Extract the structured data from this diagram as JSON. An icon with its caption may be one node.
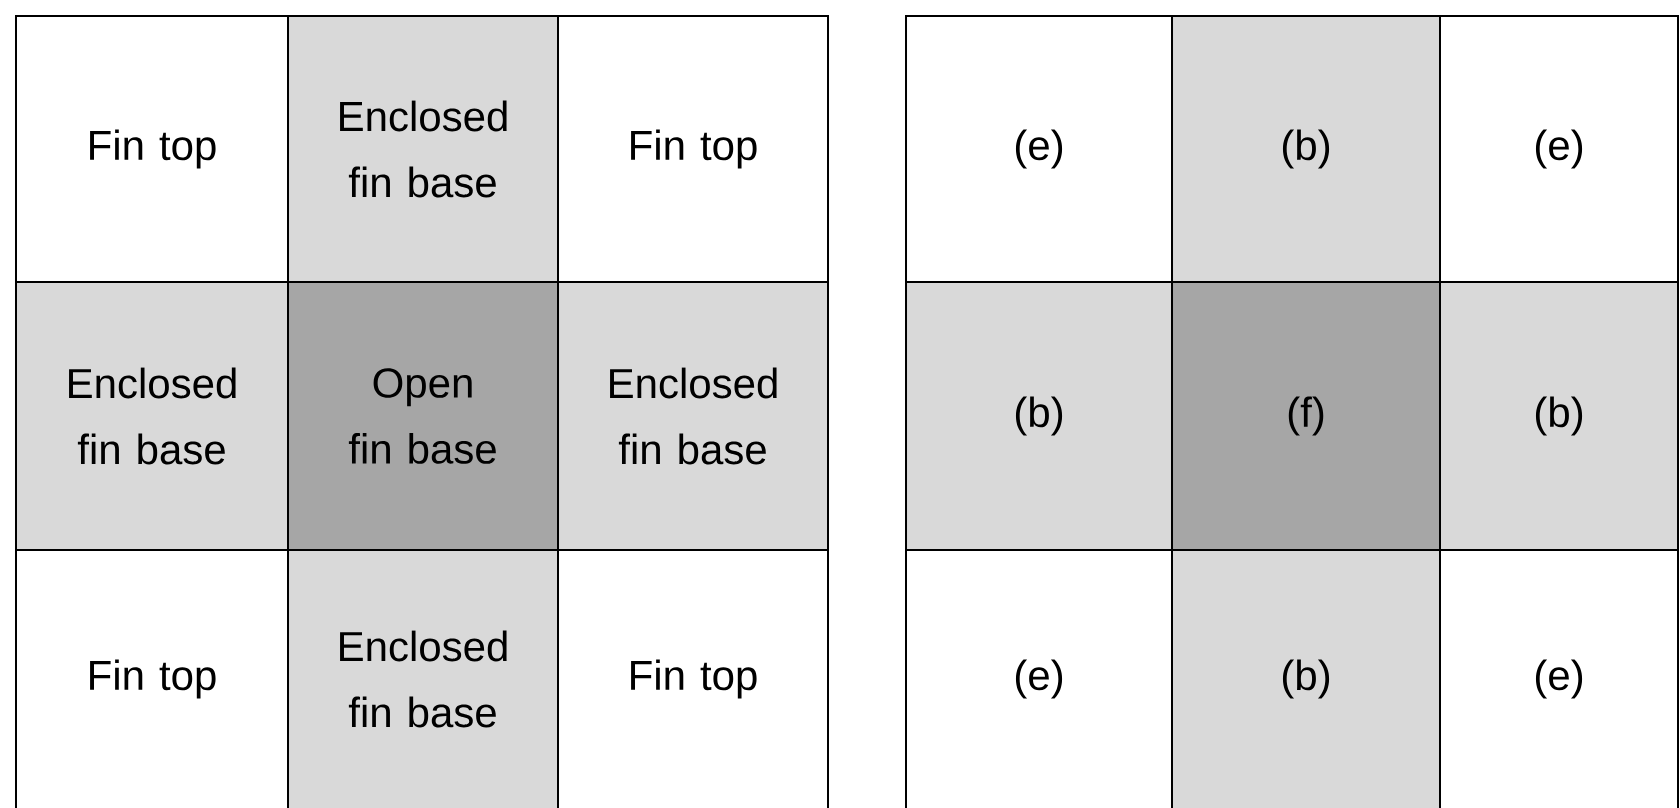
{
  "diagram": {
    "nodes": [
      {
        "text": [
          "Fin top"
        ]
      },
      {
        "text": [
          "Enclosed fin base"
        ]
      },
      {
        "text": [
          "Fin top"
        ]
      },
      {
        "text": [
          "Enclosed fin base"
        ]
      },
      {
        "text": [
          "Open fin base"
        ]
      },
      {
        "text": [
          "Enclosed fin base"
        ]
      },
      {
        "text": [
          "Fin top"
        ]
      },
      {
        "text": [
          "Enclosed fin base"
        ]
      },
      {
        "text": [
          "Fin top"
        ]
      },
      {
        "text": [
          "(e)"
        ]
      },
      {
        "text": [
          "(b)"
        ]
      },
      {
        "text": [
          "(e)"
        ]
      },
      {
        "text": [
          "(b)"
        ]
      },
      {
        "text": [
          "(f)"
        ]
      },
      {
        "text": [
          "(b)"
        ]
      },
      {
        "text": [
          "(e)"
        ]
      },
      {
        "text": [
          "(b)"
        ]
      },
      {
        "text": [
          "(e)"
        ]
      }
    ]
  }
}
